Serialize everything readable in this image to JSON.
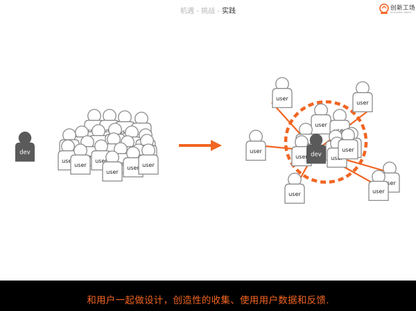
{
  "header": {
    "breadcrumb": [
      "机遇",
      "挑战",
      "实践"
    ],
    "separator": "-",
    "logo_text": "创新工场",
    "logo_subtext": "Innovation Works"
  },
  "diagram": {
    "dev_label": "dev",
    "user_label": "user",
    "colors": {
      "accent": "#f26522",
      "dev_fill": "#5a5a5a",
      "user_stroke": "#8a8a8a",
      "user_fill": "#ffffff"
    }
  },
  "footer": {
    "caption": "和用户一起做设计，创造性的收集、使用用户数据和反馈."
  }
}
